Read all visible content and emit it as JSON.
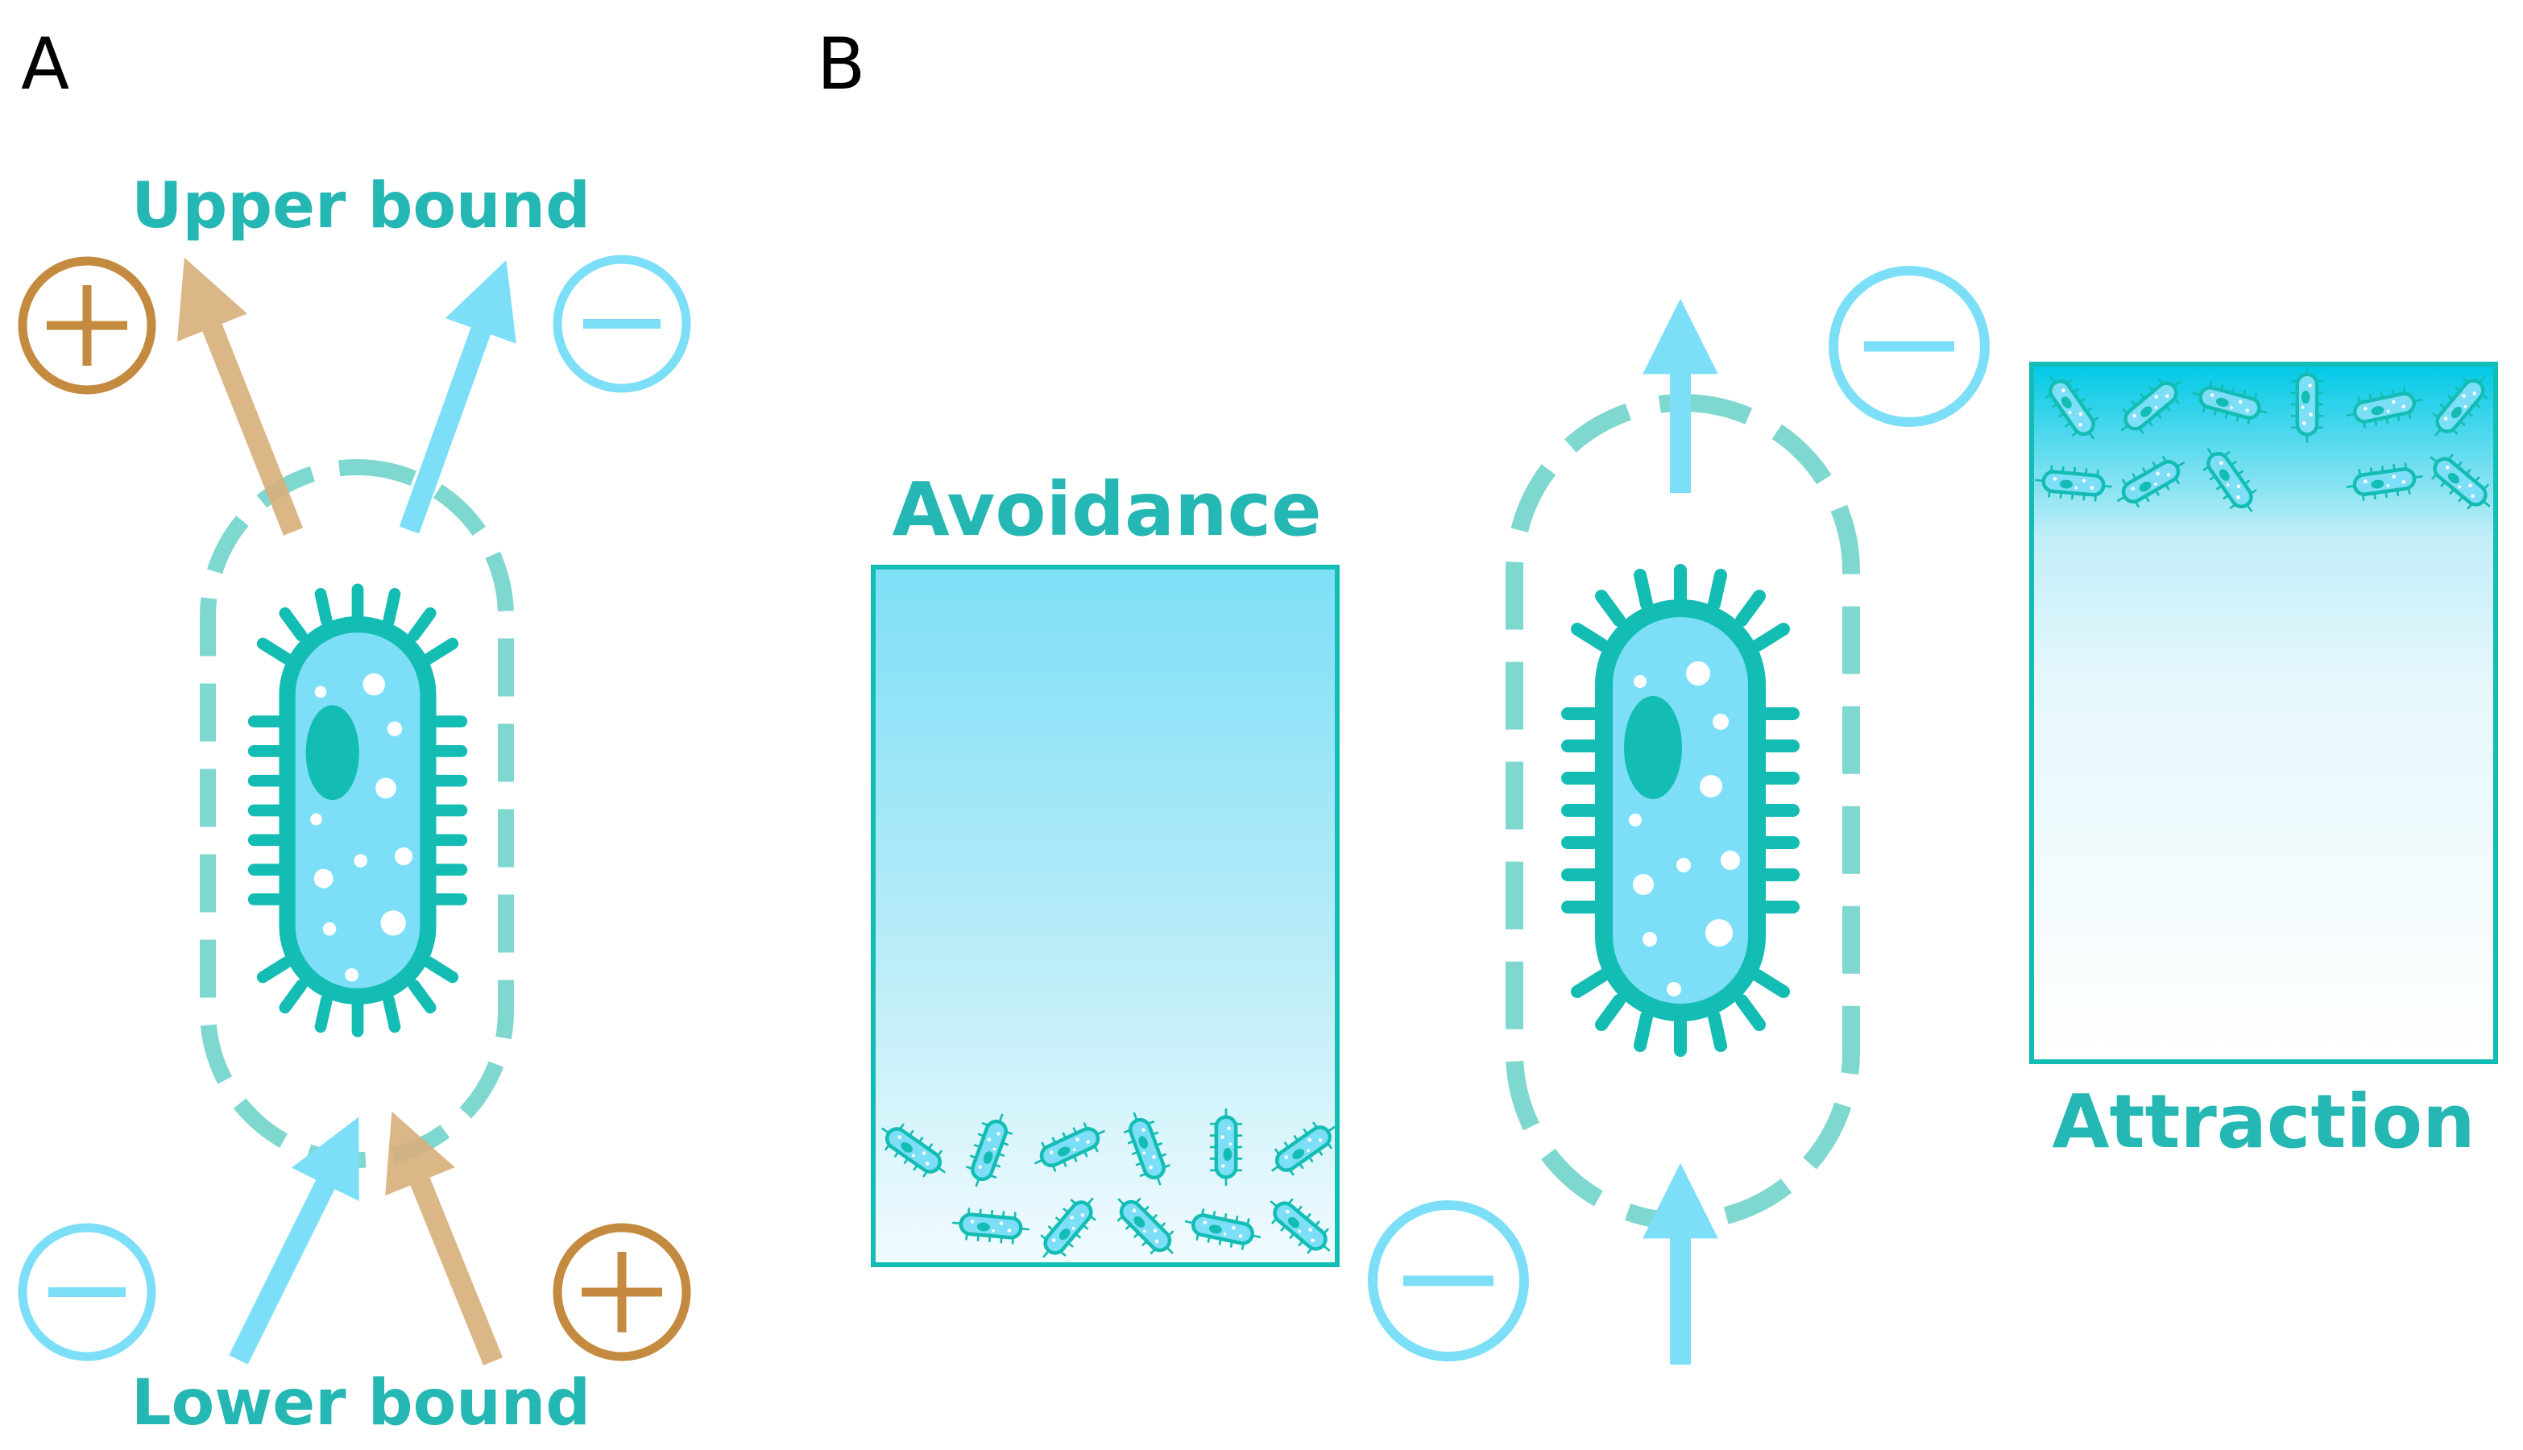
{
  "panels": {
    "a": {
      "letter": "A",
      "upper_label": "Upper bound",
      "lower_label": "Lower bound"
    },
    "b": {
      "letter": "B",
      "left_label": "Avoidance",
      "right_label": "Attraction"
    }
  },
  "symbols": {
    "plus": "+",
    "minus": "−"
  },
  "colors": {
    "teal": "#14bdb4",
    "teal_text": "#25b7b3",
    "light_blue": "#7ddff7",
    "pale_teal": "#7fd8cf",
    "tan": "#d8b07c",
    "brown": "#c48a3f",
    "gradient_top": "#00c9e6"
  }
}
